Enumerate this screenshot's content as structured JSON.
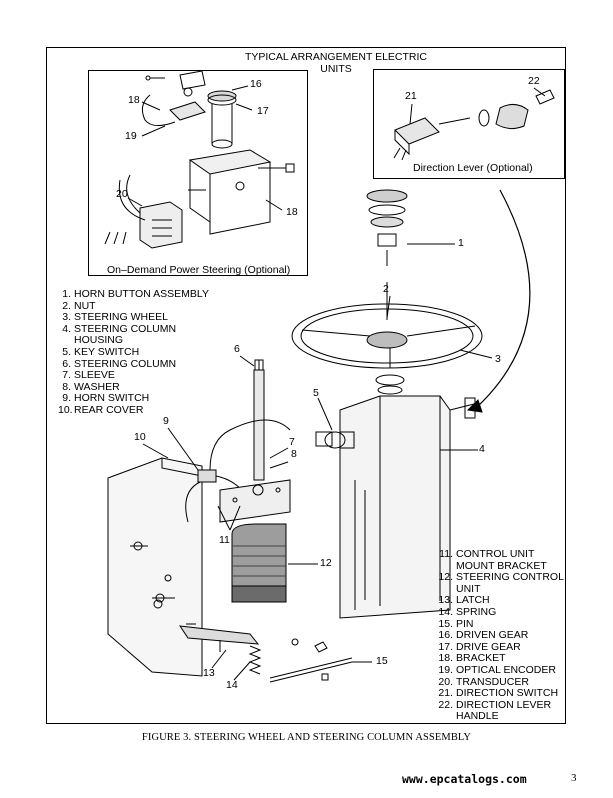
{
  "header": {
    "title": "TYPICAL ARRANGEMENT ELECTRIC UNITS"
  },
  "inset_left": {
    "caption": "On–Demand Power Steering (Optional)"
  },
  "inset_right": {
    "caption": "Direction Lever (Optional)"
  },
  "callouts": [
    "1",
    "2",
    "3",
    "4",
    "5",
    "6",
    "7",
    "8",
    "9",
    "10",
    "11",
    "12",
    "13",
    "14",
    "15",
    "16",
    "17",
    "18",
    "18",
    "19",
    "20",
    "21",
    "22"
  ],
  "legend_left": [
    {
      "n": "1.",
      "label": "HORN BUTTON ASSEMBLY"
    },
    {
      "n": "2.",
      "label": "NUT"
    },
    {
      "n": "3.",
      "label": "STEERING WHEEL"
    },
    {
      "n": "4.",
      "label": "STEERING COLUMN HOUSING"
    },
    {
      "n": "5.",
      "label": "KEY SWITCH"
    },
    {
      "n": "6.",
      "label": "STEERING COLUMN"
    },
    {
      "n": "7.",
      "label": "SLEEVE"
    },
    {
      "n": "8.",
      "label": "WASHER"
    },
    {
      "n": "9.",
      "label": "HORN SWITCH"
    },
    {
      "n": "10.",
      "label": "REAR COVER"
    }
  ],
  "legend_right": [
    {
      "n": "11.",
      "label": "CONTROL UNIT MOUNT BRACKET"
    },
    {
      "n": "12.",
      "label": "STEERING CONTROL UNIT"
    },
    {
      "n": "13.",
      "label": "LATCH"
    },
    {
      "n": "14.",
      "label": "SPRING"
    },
    {
      "n": "15.",
      "label": "PIN"
    },
    {
      "n": "16.",
      "label": "DRIVEN GEAR"
    },
    {
      "n": "17.",
      "label": "DRIVE GEAR"
    },
    {
      "n": "18.",
      "label": "BRACKET"
    },
    {
      "n": "19.",
      "label": "OPTICAL ENCODER"
    },
    {
      "n": "20.",
      "label": "TRANSDUCER"
    },
    {
      "n": "21.",
      "label": "DIRECTION SWITCH"
    },
    {
      "n": "22.",
      "label": "DIRECTION LEVER HANDLE"
    }
  ],
  "figure_caption": "FIGURE 3. STEERING WHEEL AND STEERING COLUMN ASSEMBLY",
  "footer": {
    "site": "www.epcatalogs.com",
    "page": "3"
  }
}
